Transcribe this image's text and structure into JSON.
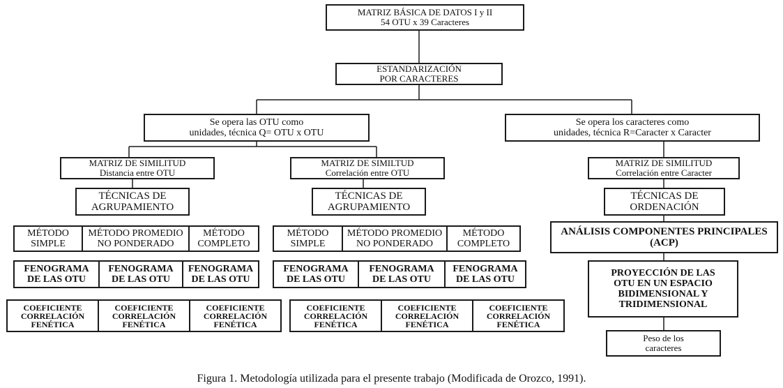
{
  "root": {
    "line1": "MATRIZ BÁSICA DE DATOS I y II",
    "line2": "54 OTU x 39 Caracteres"
  },
  "standardization": {
    "line1": "ESTANDARIZACIÓN",
    "line2": "POR CARACTERES"
  },
  "q_branch": {
    "header": {
      "line1": "Se opera las OTU como",
      "line2": "unidades, técnica Q= OTU x OTU"
    },
    "left": {
      "matrix": {
        "line1": "MATRIZ DE SIMILITUD",
        "line2": "Distancia entre OTU"
      },
      "technique": {
        "line1": "TÉCNICAS DE",
        "line2": "AGRUPAMIENTO"
      },
      "methods": [
        {
          "line1": "MÉTODO",
          "line2": "SIMPLE"
        },
        {
          "line1": "MÉTODO PROMEDIO",
          "line2": "NO PONDERADO"
        },
        {
          "line1": "MÉTODO",
          "line2": "COMPLETO"
        }
      ],
      "phenograms": [
        {
          "line1": "FENOGRAMA",
          "line2": "DE LAS OTU"
        },
        {
          "line1": "FENOGRAMA",
          "line2": "DE LAS OTU"
        },
        {
          "line1": "FENOGRAMA",
          "line2": "DE LAS OTU"
        }
      ],
      "coefficients": [
        {
          "line1": "COEFICIENTE",
          "line2": "CORRELACIÓN",
          "line3": "FENÉTICA"
        },
        {
          "line1": "COEFICIENTE",
          "line2": "CORRELACIÓN",
          "line3": "FENÉTICA"
        },
        {
          "line1": "COEFICIENTE",
          "line2": "CORRELACIÓN",
          "line3": "FENÉTICA"
        }
      ]
    },
    "right": {
      "matrix": {
        "line1": "MATRIZ DE SIMILTUD",
        "line2": "Correlación entre OTU"
      },
      "technique": {
        "line1": "TÉCNICAS DE",
        "line2": "AGRUPAMIENTO"
      },
      "methods": [
        {
          "line1": "MÉTODO",
          "line2": "SIMPLE"
        },
        {
          "line1": "MÉTODO PROMEDIO",
          "line2": "NO PONDERADO"
        },
        {
          "line1": "MÉTODO",
          "line2": "COMPLETO"
        }
      ],
      "phenograms": [
        {
          "line1": "FENOGRAMA",
          "line2": "DE LAS OTU"
        },
        {
          "line1": "FENOGRAMA",
          "line2": "DE LAS OTU"
        },
        {
          "line1": "FENOGRAMA",
          "line2": "DE LAS OTU"
        }
      ],
      "coefficients": [
        {
          "line1": "COEFICIENTE",
          "line2": "CORRELACIÓN",
          "line3": "FENÉTICA"
        },
        {
          "line1": "COEFICIENTE",
          "line2": "CORRELACIÓN",
          "line3": "FENÉTICA"
        },
        {
          "line1": "COEFICIENTE",
          "line2": "CORRELACIÓN",
          "line3": "FENÉTICA"
        }
      ]
    }
  },
  "r_branch": {
    "header": {
      "line1": "Se opera los caracteres como",
      "line2": "unidades, técnica R=Caracter x Caracter"
    },
    "matrix": {
      "line1": "MATRIZ DE SIMILITUD",
      "line2": "Correlación entre Caracter"
    },
    "technique": {
      "line1": "TÉCNICAS DE",
      "line2": "ORDENACIÓN"
    },
    "acp": {
      "line1": "ANÁLISIS  COMPONENTES PRINCIPALES",
      "line2": "(ACP)"
    },
    "projection": {
      "line1": "PROYECCIÓN DE LAS",
      "line2": "OTU EN UN ESPACIO",
      "line3": "BIDIMENSIONAL Y",
      "line4": "TRIDIMENSIONAL"
    },
    "weight": {
      "line1": "Peso de los",
      "line2": "caracteres"
    }
  },
  "caption": "Figura 1. Metodología utilizada para el presente trabajo (Modificada de Orozco, 1991)."
}
